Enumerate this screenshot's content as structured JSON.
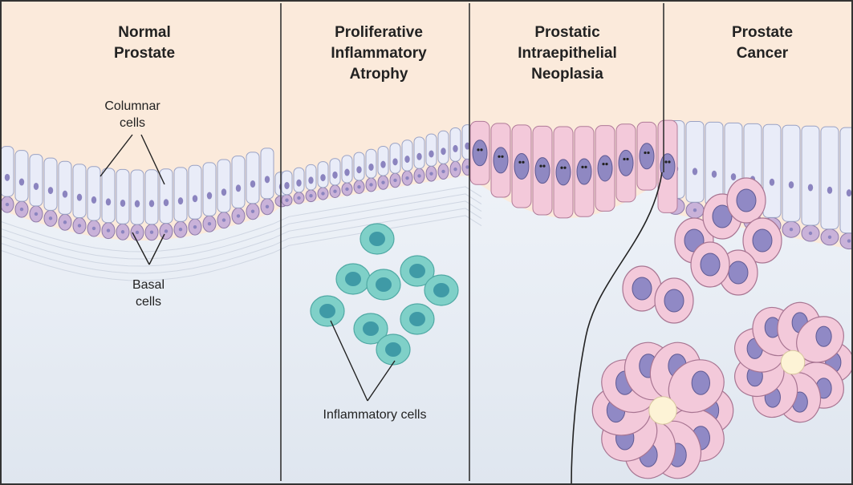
{
  "panels": [
    {
      "title": "Normal\nProstate"
    },
    {
      "title": "Proliferative\nInflammatory\nAtrophy"
    },
    {
      "title": "Prostatic\nIntraepithelial\nNeoplasia"
    },
    {
      "title": "Prostate\nCancer"
    }
  ],
  "labels": {
    "columnar_cells": "Columnar\ncells",
    "basal_cells": "Basal\ncells",
    "inflammatory_cells": "Inflammatory cells"
  },
  "colors": {
    "background_top": "#fbeadb",
    "stroma": "#e6ecf3",
    "columnar_cell": "#e9ecf8",
    "basal_cell": "#c9b2d9",
    "neoplastic_cell": "#f3c9da",
    "nucleus": "#8b84bf",
    "inflammatory_cell": "#7fd0c8",
    "inflammatory_nucleus": "#3f9aa6",
    "lumen": "#fdf3d6",
    "border": "#333333"
  }
}
